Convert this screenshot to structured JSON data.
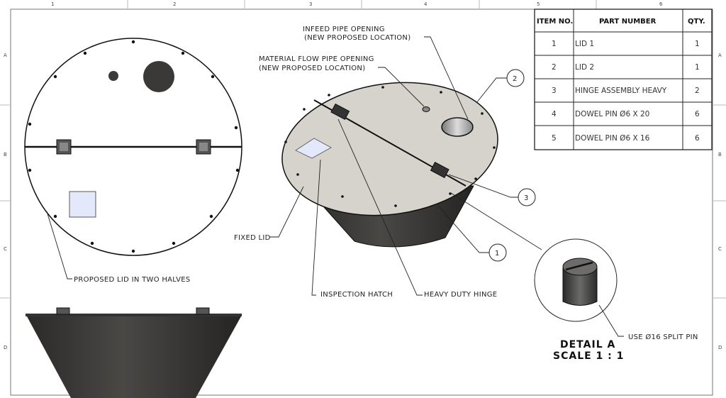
{
  "zones": {
    "columns": [
      "1",
      "2",
      "3",
      "4",
      "5",
      "6"
    ],
    "rows": [
      "A",
      "B",
      "C",
      "D"
    ]
  },
  "bom": {
    "headers": [
      "ITEM NO.",
      "PART NUMBER",
      "QTY."
    ],
    "rows": [
      {
        "item": "1",
        "part": "LID 1",
        "qty": "1"
      },
      {
        "item": "2",
        "part": "LID 2",
        "qty": "1"
      },
      {
        "item": "3",
        "part": "HINGE ASSEMBLY HEAVY",
        "qty": "2"
      },
      {
        "item": "4",
        "part": "DOWEL PIN Ø6 X 20",
        "qty": "6"
      },
      {
        "item": "5",
        "part": "DOWEL PIN Ø6 X 16",
        "qty": "6"
      }
    ]
  },
  "annotations": {
    "infeed_line1": "INFEED PIPE OPENING",
    "infeed_line2": "(NEW PROPOSED LOCATION)",
    "material_line1": "MATERIAL FLOW PIPE OPENING",
    "material_line2": "(NEW PROPOSED LOCATION)",
    "fixed_lid": "FIXED LID",
    "proposed_lid": "PROPOSED LID IN TWO HALVES",
    "inspection_hatch": "INSPECTION HATCH",
    "heavy_duty_hinge": "HEAVY DUTY HINGE",
    "split_pin": "USE  Ø16 SPLIT PIN"
  },
  "balloons": [
    "1",
    "2",
    "3"
  ],
  "detail": {
    "title": "DETAIL A",
    "scale": "SCALE 1 : 1"
  },
  "colors": {
    "lid": "#d6d2cc",
    "cone": "#3a3937",
    "hatch": "#e4e8fb"
  }
}
